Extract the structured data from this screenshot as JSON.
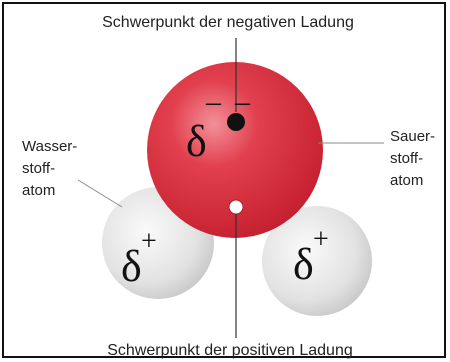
{
  "labels": {
    "top": "Schwerpunkt der negativen Ladung",
    "bottom": "Schwerpunkt der positiven Ladung",
    "left": [
      "Wasser-",
      "stoff-",
      "atom"
    ],
    "right": [
      "Sauer-",
      "stoff-",
      "atom"
    ]
  },
  "symbols": {
    "delta": "δ",
    "minus": "–",
    "plus": "+"
  },
  "colors": {
    "oxygen": "#d8323e",
    "hydrogen": "#dcdcdc"
  }
}
